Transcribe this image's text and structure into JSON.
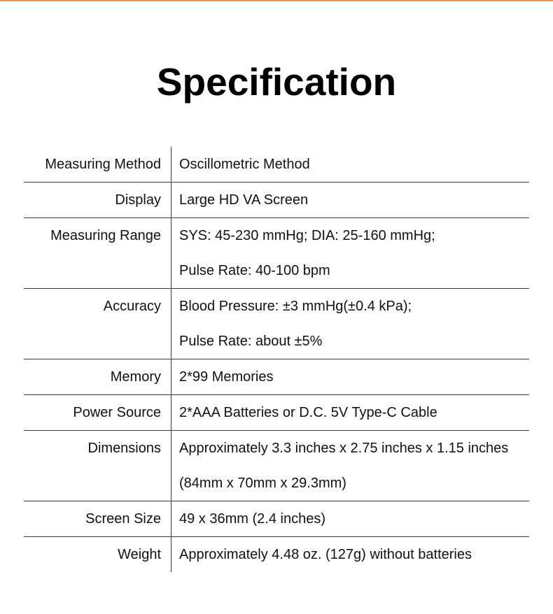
{
  "colors": {
    "accent_rule": "#f0913f",
    "text": "#111111",
    "rule": "#3a3a3a",
    "background": "#ffffff"
  },
  "title": "Specification",
  "rows": [
    {
      "label": "Measuring Method",
      "lines": [
        "Oscillometric Method"
      ]
    },
    {
      "label": "Display",
      "lines": [
        "Large HD VA Screen"
      ]
    },
    {
      "label": "Measuring Range",
      "lines": [
        "SYS: 45-230 mmHg; DIA: 25-160 mmHg;",
        "Pulse Rate: 40-100 bpm"
      ]
    },
    {
      "label": "Accuracy",
      "lines": [
        "Blood Pressure: ±3 mmHg(±0.4 kPa);",
        "Pulse Rate: about ±5%"
      ]
    },
    {
      "label": "Memory",
      "lines": [
        "2*99 Memories"
      ]
    },
    {
      "label": "Power Source",
      "lines": [
        "2*AAA Batteries or D.C. 5V Type-C Cable"
      ]
    },
    {
      "label": "Dimensions",
      "lines": [
        "Approximately 3.3 inches x 2.75 inches x 1.15 inches",
        "(84mm x 70mm x 29.3mm)"
      ]
    },
    {
      "label": "Screen Size",
      "lines": [
        "49 x 36mm (2.4 inches)"
      ]
    },
    {
      "label": "Weight",
      "lines": [
        "Approximately 4.48 oz. (127g) without batteries"
      ]
    }
  ]
}
